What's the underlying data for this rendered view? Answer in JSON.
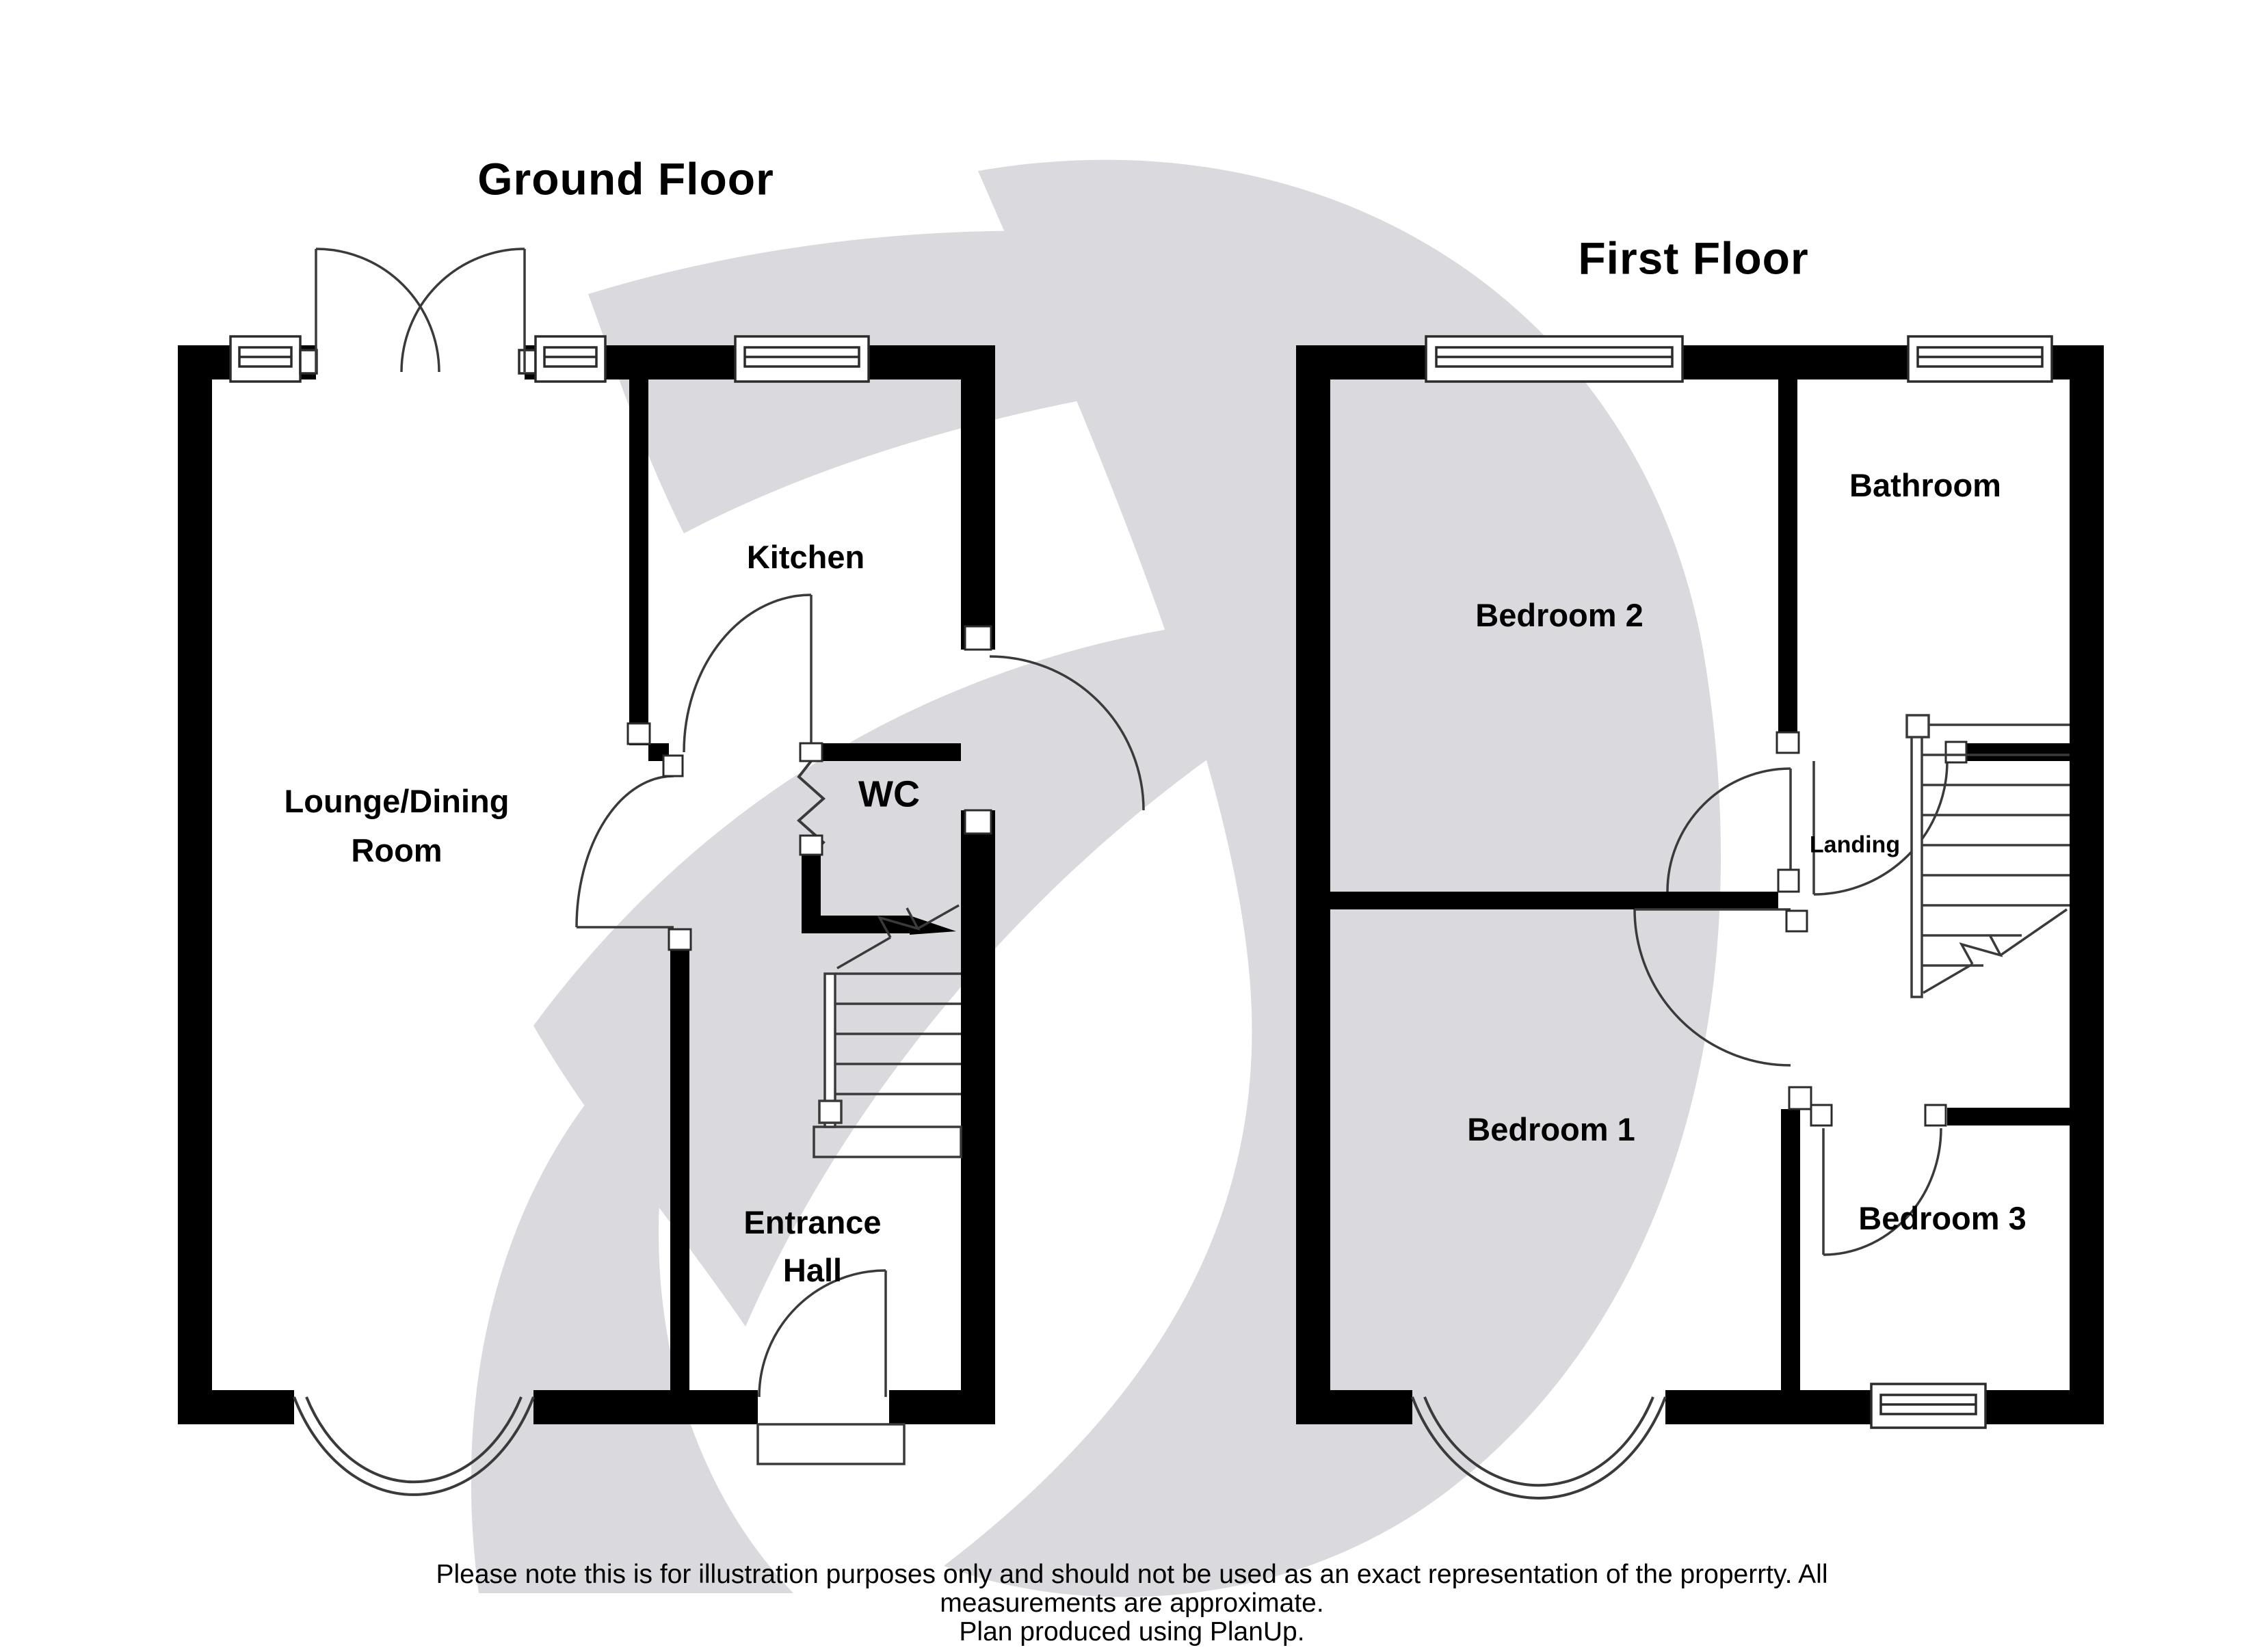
{
  "document": {
    "type": "floorplan",
    "background": "#ffffff"
  },
  "palette": {
    "wall": "#000000",
    "line": "#3a3a3a",
    "watermark": "#d9d9de",
    "text": "#000000"
  },
  "ground_floor": {
    "title": "Ground Floor",
    "rooms": {
      "lounge_line1": "Lounge/Dining",
      "lounge_line2": "Room",
      "kitchen": "Kitchen",
      "wc": "WC",
      "hall_line1": "Entrance",
      "hall_line2": "Hall"
    }
  },
  "first_floor": {
    "title": "First Floor",
    "rooms": {
      "bedroom2": "Bedroom 2",
      "bathroom": "Bathroom",
      "landing": "Landing",
      "bedroom1": "Bedroom 1",
      "bedroom3": "Bedroom 3"
    }
  },
  "footer": {
    "line1": "Please note this is for illustration purposes only and should not be used as an exact representation of the properrty. All",
    "line2": "measurements are approximate.",
    "line3": "Plan produced using PlanUp."
  }
}
